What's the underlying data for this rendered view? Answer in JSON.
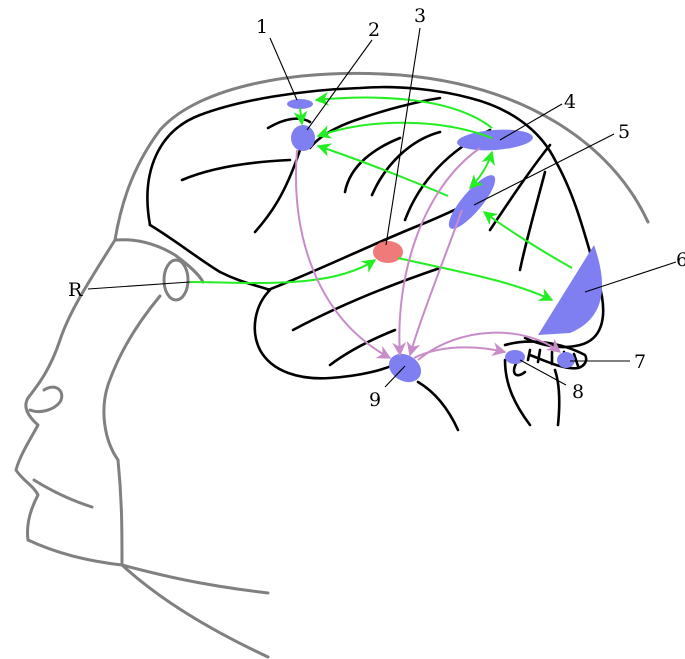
{
  "labels": {
    "l1": "1",
    "l2": "2",
    "l3": "3",
    "l4": "4",
    "l5": "5",
    "l6": "6",
    "l7": "7",
    "l8": "8",
    "l9": "9",
    "lR": "R"
  },
  "colors": {
    "region": "#7f7ff2",
    "origin_region": "#f07a7a",
    "green_arrow": "#22ee22",
    "purple_arrow": "#c88cc8",
    "head_outline": "#808080",
    "brain_outline": "#000000"
  }
}
